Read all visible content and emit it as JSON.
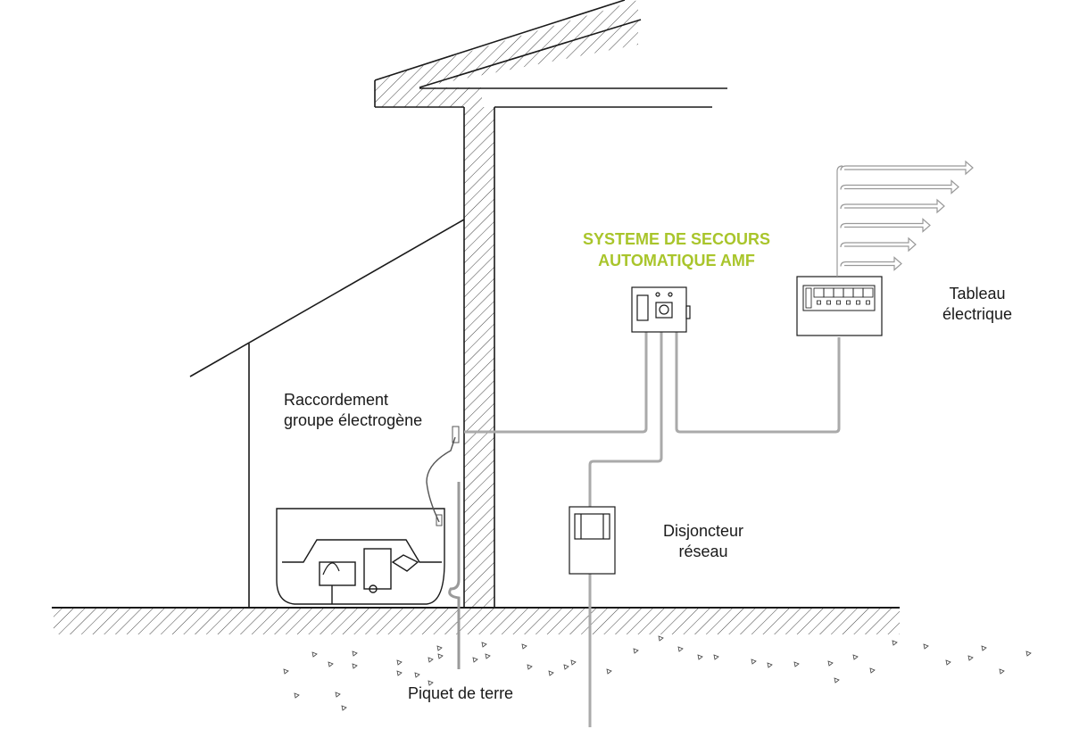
{
  "diagram": {
    "title_line1": "SYSTEME DE SECOURS",
    "title_line2": "AUTOMATIQUE AMF",
    "title_color": "#a9c52b",
    "labels": {
      "generator_connection_line1": "Raccordement",
      "generator_connection_line2": "groupe électrogène",
      "breaker_line1": "Disjoncteur",
      "breaker_line2": "réseau",
      "panel_line1": "Tableau",
      "panel_line2": "électrique",
      "ground_rod": "Piquet de terre"
    },
    "components": [
      {
        "id": "amf-box",
        "name": "Automatic mains failure switch box"
      },
      {
        "id": "electrical-panel",
        "name": "Electrical distribution panel",
        "output_circuits": 6,
        "breaker_slots": 6
      },
      {
        "id": "mains-breaker",
        "name": "Mains circuit breaker"
      },
      {
        "id": "generator",
        "name": "Generator in enclosure"
      },
      {
        "id": "generator-inlet",
        "name": "Generator connection inlet"
      },
      {
        "id": "ground-rod",
        "name": "Earth ground rod"
      }
    ],
    "colors": {
      "line": "#1a1a1a",
      "cable": "#9a9a9a",
      "hatch": "#444444"
    }
  }
}
